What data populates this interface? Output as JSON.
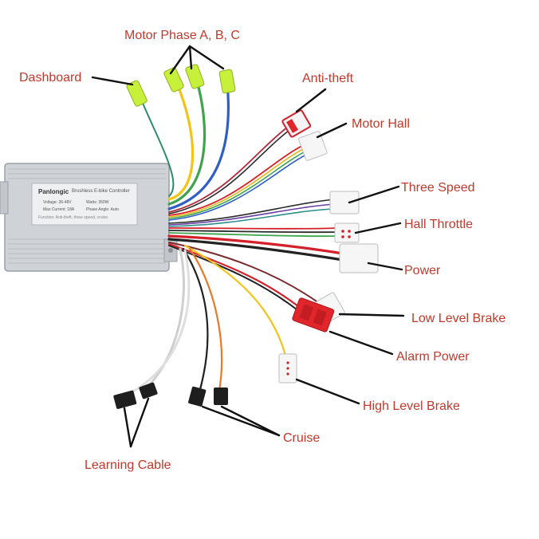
{
  "controller": {
    "brand": "Panlongic",
    "product": "Brushless E-bike Controller",
    "voltage": "Voltage: 36-48V",
    "watts": "Watts: 350W",
    "max_current": "Max Current: 18A",
    "phase_angle": "Phase Angle: Auto",
    "functions": "Function: Anti-theft, three speed, cruise"
  },
  "labels": {
    "motor_phase": "Motor Phase A, B, C",
    "dashboard": "Dashboard",
    "anti_theft": "Anti-theft",
    "motor_hall": "Motor Hall",
    "three_speed": "Three Speed",
    "hall_throttle": "Hall Throttle",
    "power": "Power",
    "low_level_brake": "Low Level Brake",
    "alarm_power": "Alarm Power",
    "high_level_brake": "High Level Brake",
    "cruise": "Cruise",
    "learning_cable": "Learning Cable"
  },
  "colors": {
    "label_text": "#c0392b",
    "wire_yellow": "#f2c418",
    "wire_green": "#3fa34d",
    "wire_blue": "#2f5fc4",
    "wire_red": "#d3202a",
    "wire_black": "#222222",
    "wire_orange": "#e8782a",
    "wire_white": "#dcdcdc",
    "connector_green": "#c6f03a",
    "connector_red": "#e0262b"
  }
}
